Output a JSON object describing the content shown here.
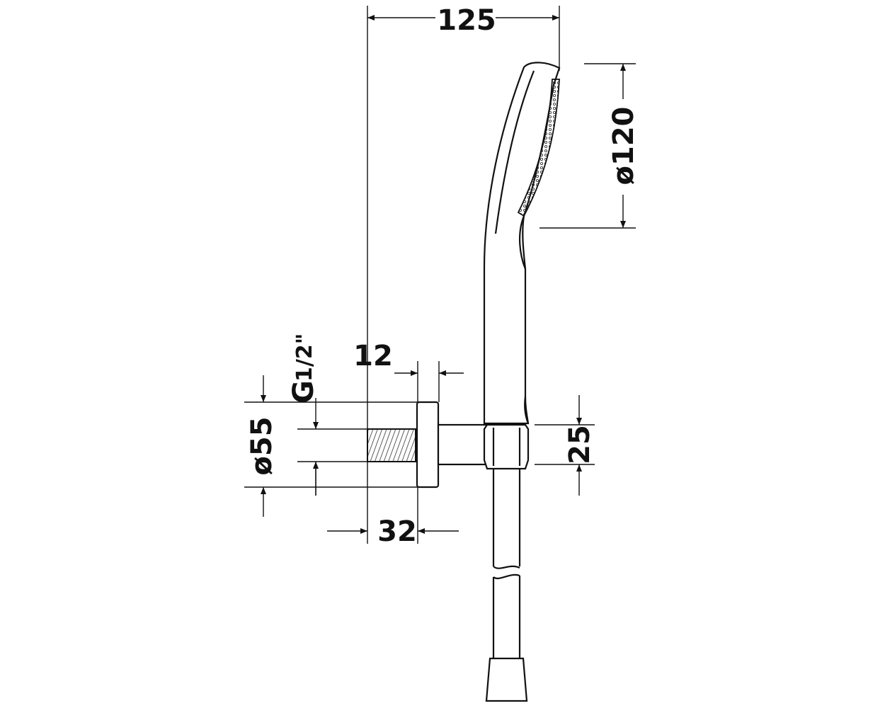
{
  "dimensions": {
    "total_width": "125",
    "head_diameter": "ø120",
    "nut_offset": "12",
    "thread": "G",
    "thread_fraction": "1/2\"",
    "flange_diameter": "ø55",
    "holder_height": "25",
    "holder_depth": "32"
  }
}
